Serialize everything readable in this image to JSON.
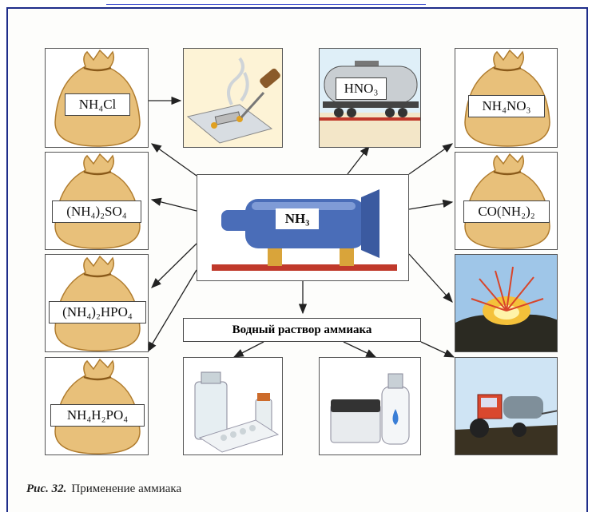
{
  "labels": {
    "nh4cl": "NH₄Cl",
    "nh42so4": "(NH₄)₂SO₄",
    "nh42hpo4": "(NH₄)₂HPO₄",
    "nh4h2po4": "NH₄H₂PO₄",
    "hno3": "HNO₃",
    "nh4no3": "NH₄NO₃",
    "urea": "CO(NH₂)₂",
    "nh3": "NH₃"
  },
  "solution_label": "Водный раствор аммиака",
  "caption": {
    "figure": "Рис. 32.",
    "text": "Применение аммиака"
  },
  "colors": {
    "frame": "#1e2d8a",
    "arrow": "#222222",
    "sack": "#e8c07a",
    "tank_blue": "#4a6db8",
    "rail": "#c0392b"
  }
}
